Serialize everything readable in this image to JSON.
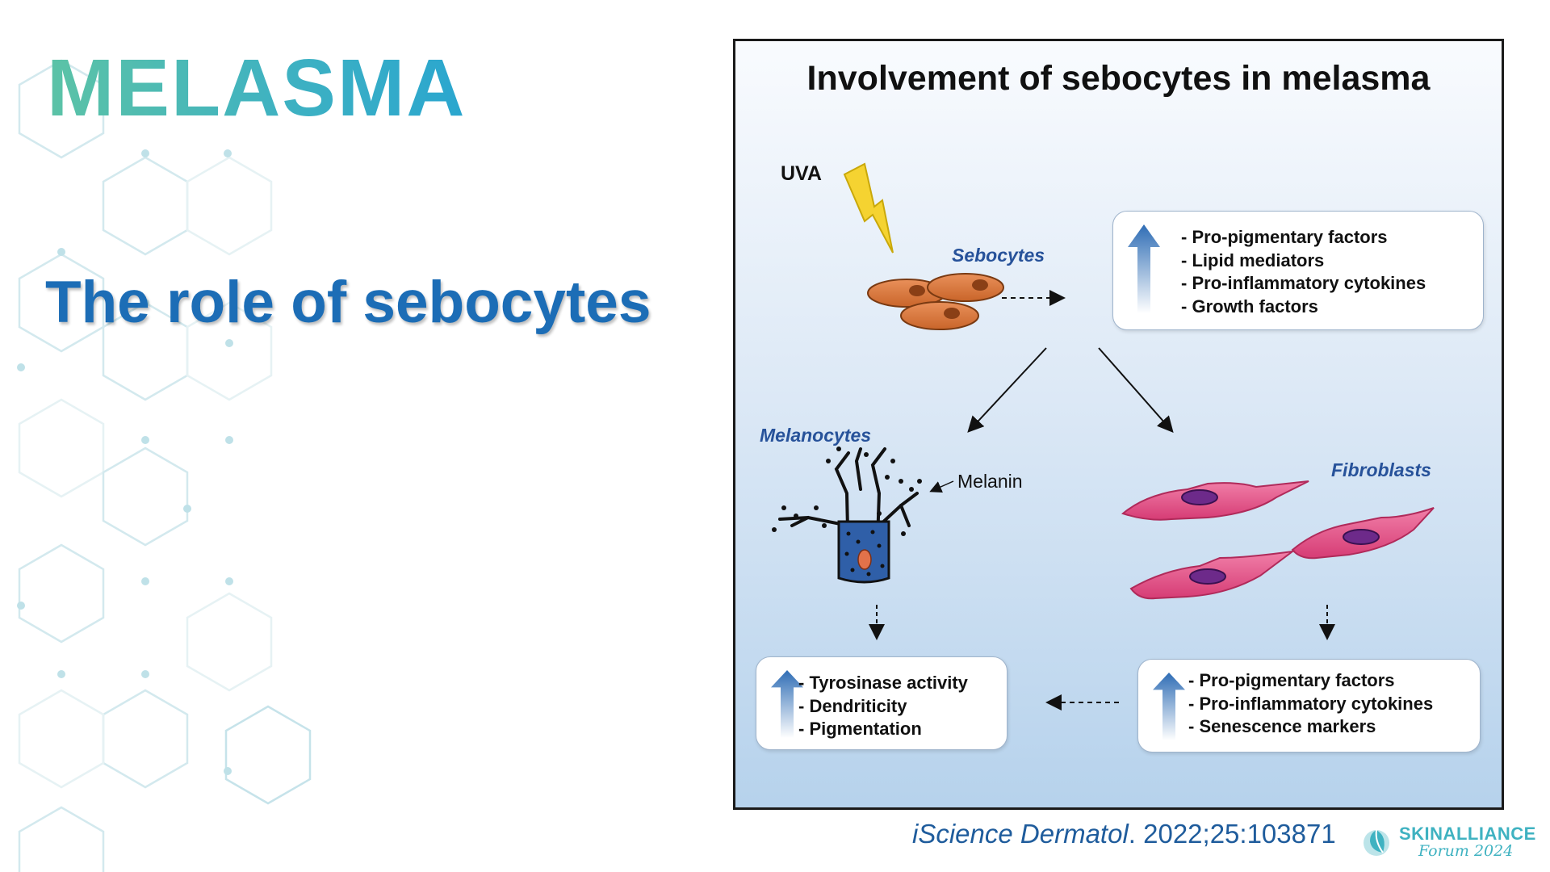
{
  "slide": {
    "title": "MELASMA",
    "subtitle": "The role of sebocytes"
  },
  "figure": {
    "title": "Involvement of sebocytes in melasma",
    "uva_label": "UVA",
    "sebocytes_label": "Sebocytes",
    "melanocytes_label": "Melanocytes",
    "melanin_label": "Melanin",
    "fibroblasts_label": "Fibroblasts",
    "sebocyte_effects": [
      "Pro-pigmentary factors",
      "Lipid mediators",
      "Pro-inflammatory  cytokines",
      "Growth factors"
    ],
    "fibroblast_effects": [
      "Pro-pigmentary factors",
      "Pro-inflammatory  cytokines",
      "Senescence markers"
    ],
    "melanocyte_effects": [
      "Tyrosinase activity",
      "Dendriticity",
      "Pigmentation"
    ]
  },
  "citation": {
    "journal": "iScience Dermatol",
    "rest": ". 2022;25:103871"
  },
  "logo": {
    "name": "SKINALLIANCE",
    "sub": "Forum 2024"
  },
  "colors": {
    "title_teal": "#3fb2c1",
    "subtitle_blue": "#1c6db6",
    "cell_label_blue": "#27529a",
    "sebocyte_fill": "#d97a3a",
    "fibroblast_fill": "#e9538a",
    "melanocyte_fill": "#2f5fa8",
    "up_arrow_blue": "#2f6db5"
  }
}
